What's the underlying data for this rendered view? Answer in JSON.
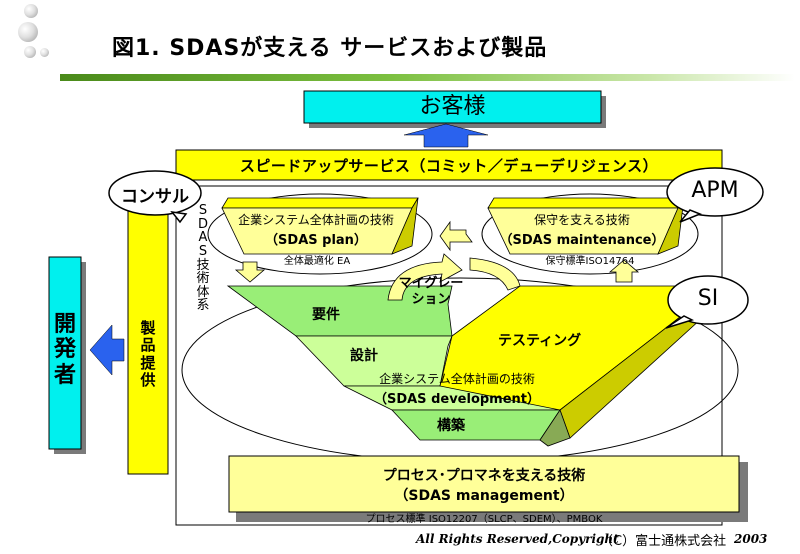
{
  "title": "図1. SDASが支える サービスおよび製品",
  "customer": "お客様",
  "speed_up_service": "スピードアップサービス（コミット／デューデリジェンス）",
  "consulting": "コンサル",
  "apm": "APM",
  "si": "SI",
  "sdas_system_lines": [
    "S",
    "D",
    "A",
    "S",
    "技",
    "術",
    "体",
    "系"
  ],
  "developer_lines": [
    "開",
    "発",
    "者"
  ],
  "product_offer_lines": [
    "製",
    "品",
    "提",
    "供"
  ],
  "plan": {
    "line1": "企業システム全体計画の技術",
    "line2": "（SDAS plan）",
    "note": "全体最適化 EA"
  },
  "maintenance": {
    "line1": "保守を支える技術",
    "line2": "（SDAS maintenance）",
    "note": "保守標準ISO14764"
  },
  "migration_lines": [
    "マイグレー",
    "ション"
  ],
  "requirements": "要件",
  "design": "設計",
  "testing": "テスティング",
  "development": {
    "line1": "企業システム全体計画の技術",
    "line2": "（SDAS development）"
  },
  "construction": "構築",
  "management": {
    "line1": "プロセス･プロマネを支える技術",
    "line2": "（SDAS management）",
    "note": "プロセス標準 ISO12207（SLCP、SDEM）、PMBOK"
  },
  "footer": {
    "rights": "All Rights Reserved,Copyright",
    "company": "（C）富士通株式会社",
    "year": "2003"
  },
  "colors": {
    "cyan": "#00f0ee",
    "yellow": "#ffff00",
    "light_yellow": "#ffff99",
    "green": "#99ee77",
    "light_green": "#ccff99",
    "blue": "#2a62ee",
    "rule_green": "#7cc040"
  }
}
